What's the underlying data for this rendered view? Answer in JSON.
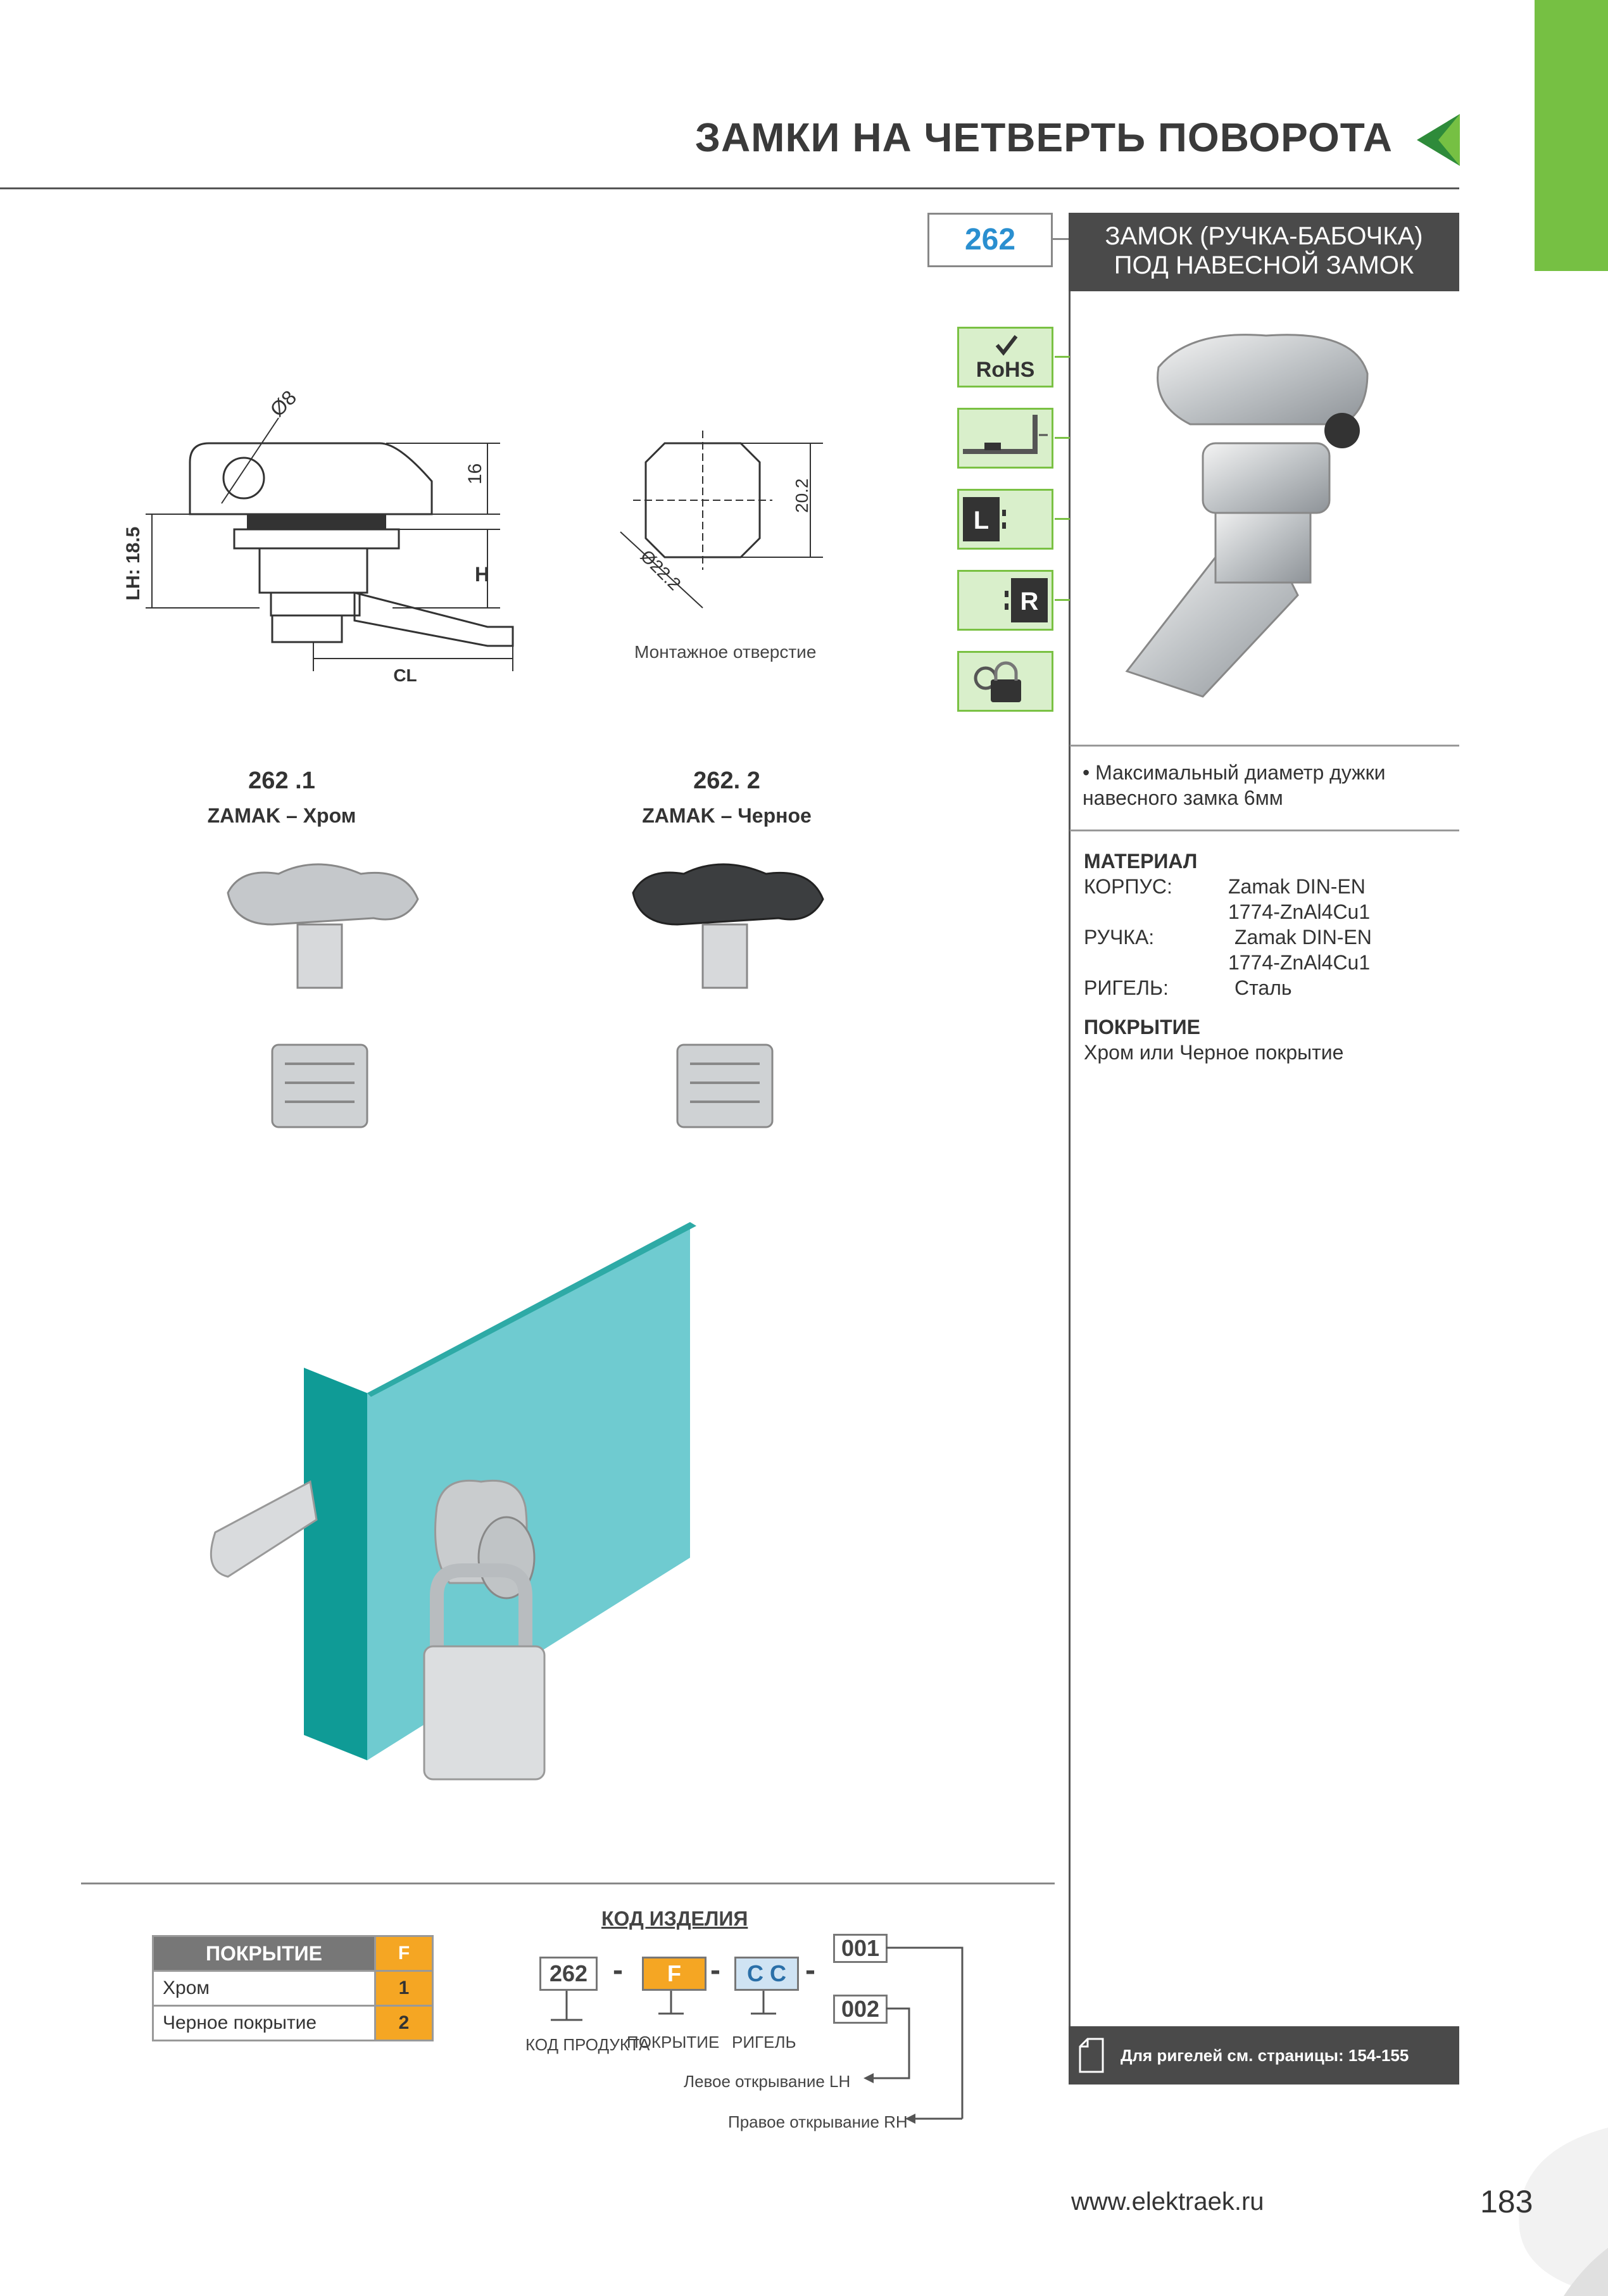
{
  "header": {
    "title": "ЗАМКИ НА ЧЕТВЕРТЬ ПОВОРОТА"
  },
  "product": {
    "code": "262",
    "name_line1": "ЗАМОК (РУЧКА-БАБОЧКА)",
    "name_line2": "ПОД НАВЕСНОЙ ЗАМОК"
  },
  "feature_icons": [
    "rohs-icon",
    "panel-mount-icon",
    "left-open-icon",
    "right-open-icon",
    "padlock-icon"
  ],
  "icon_texts": {
    "rohs": "RoHS",
    "left": "L",
    "right": "R"
  },
  "drawing": {
    "dim_d8": "Ø8",
    "dim_16": "16",
    "dim_lh": "LH: 18.5",
    "dim_h": "H",
    "dim_cl": "CL",
    "dim_222": "Ø22.2",
    "dim_202": "20.2",
    "hole_label": "Монтажное отверстие"
  },
  "variants": [
    {
      "code": "262 .1",
      "material": "ZAMAK – Хром"
    },
    {
      "code": "262. 2",
      "material": "ZAMAK – Черное"
    }
  ],
  "features": {
    "bullet": "• Максимальный диаметр дужки навесного замка 6мм"
  },
  "specs": {
    "material_heading": "МАТЕРИАЛ",
    "body_label": "КОРПУС:",
    "body_value1": "Zamak DIN-EN",
    "body_value2": "1774-ZnAl4Cu1",
    "handle_label": "РУЧКА:",
    "handle_value1": "Zamak DIN-EN",
    "handle_value2": "1774-ZnAl4Cu1",
    "bolt_label": "РИГЕЛЬ:",
    "bolt_value": "Сталь",
    "coating_heading": "ПОКРЫТИЕ",
    "coating_value": "Хром или Черное покрытие"
  },
  "coating_table": {
    "header_label": "ПОКРЫТИЕ",
    "header_code": "F",
    "rows": [
      {
        "label": "Хром",
        "code": "1"
      },
      {
        "label": "Черное покрытие",
        "code": "2"
      }
    ]
  },
  "item_code": {
    "title": "КОД ИЗДЕЛИЯ",
    "product": "262",
    "coating": "F",
    "bolt": "C C",
    "opt1": "001",
    "opt2": "002",
    "sep": "-",
    "label_product": "КОД ПРОДУКТА",
    "label_coating": "ПОКРЫТИЕ",
    "label_bolt": "РИГЕЛЬ",
    "label_lh": "Левое открывание LH",
    "label_rh": "Правое открывание RH"
  },
  "note": {
    "text": "Для ригелей см. страницы: 154-155"
  },
  "footer": {
    "url": "www.elektraek.ru",
    "page": "183"
  },
  "colors": {
    "accent_green": "#76c043",
    "code_blue": "#2a8fd0",
    "dark_box": "#4a4a4a",
    "orange": "#f5a623",
    "panel_teal": "#6fcbd0"
  }
}
